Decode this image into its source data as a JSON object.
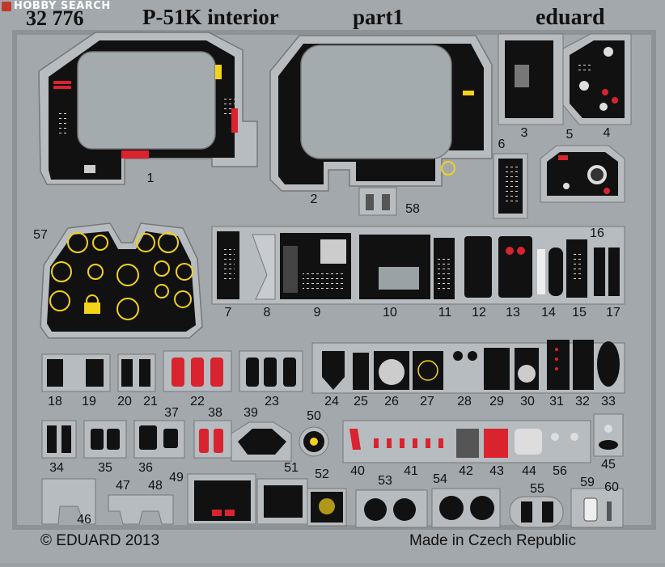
{
  "header": {
    "set_number": "32 776",
    "title": "P-51K interior",
    "part": "part1",
    "brand": "eduard"
  },
  "footer": {
    "copyright": "© EDUARD 2013",
    "origin": "Made in Czech Republic"
  },
  "watermark": "HOBBY SEARCH",
  "colors": {
    "fret": "#a8adb1",
    "fret_dark": "#8d9296",
    "panel": "#111111",
    "glass": "#9ba2a6",
    "red": "#d9232e",
    "yellow": "#f2d21b",
    "white": "#f2f2f2"
  },
  "part_labels": [
    {
      "n": "1"
    },
    {
      "n": "2"
    },
    {
      "n": "3"
    },
    {
      "n": "4"
    },
    {
      "n": "5"
    },
    {
      "n": "6"
    },
    {
      "n": "7"
    },
    {
      "n": "8"
    },
    {
      "n": "9"
    },
    {
      "n": "10"
    },
    {
      "n": "11"
    },
    {
      "n": "12"
    },
    {
      "n": "13"
    },
    {
      "n": "14"
    },
    {
      "n": "15"
    },
    {
      "n": "16"
    },
    {
      "n": "17"
    },
    {
      "n": "18"
    },
    {
      "n": "19"
    },
    {
      "n": "20"
    },
    {
      "n": "21"
    },
    {
      "n": "22"
    },
    {
      "n": "23"
    },
    {
      "n": "24"
    },
    {
      "n": "25"
    },
    {
      "n": "26"
    },
    {
      "n": "27"
    },
    {
      "n": "28"
    },
    {
      "n": "29"
    },
    {
      "n": "30"
    },
    {
      "n": "31"
    },
    {
      "n": "32"
    },
    {
      "n": "33"
    },
    {
      "n": "34"
    },
    {
      "n": "35"
    },
    {
      "n": "36"
    },
    {
      "n": "37"
    },
    {
      "n": "38"
    },
    {
      "n": "39"
    },
    {
      "n": "40"
    },
    {
      "n": "41"
    },
    {
      "n": "42"
    },
    {
      "n": "43"
    },
    {
      "n": "44"
    },
    {
      "n": "45"
    },
    {
      "n": "46"
    },
    {
      "n": "47"
    },
    {
      "n": "48"
    },
    {
      "n": "49"
    },
    {
      "n": "50"
    },
    {
      "n": "51"
    },
    {
      "n": "52"
    },
    {
      "n": "53"
    },
    {
      "n": "54"
    },
    {
      "n": "55"
    },
    {
      "n": "56"
    },
    {
      "n": "57"
    },
    {
      "n": "58"
    },
    {
      "n": "59"
    },
    {
      "n": "60"
    }
  ]
}
